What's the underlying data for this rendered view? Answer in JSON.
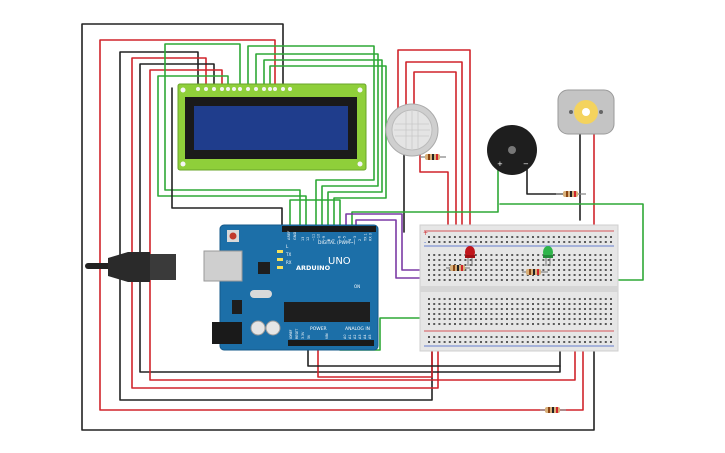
{
  "board": {
    "brand": "ARDUINO",
    "model": "UNO",
    "digital_label": "DIGITAL (PWM~)",
    "power_label": "POWER",
    "analog_label": "ANALOG IN",
    "tx_label": "TX",
    "rx_label": "RX",
    "l_label": "L",
    "on_label": "ON",
    "aref_label": "AREF",
    "gnd_label": "GND",
    "ioref_label": "IOREF",
    "reset_label": "RESET",
    "v33_label": "3.3V",
    "v5_label": "5V",
    "vin_label": "VIN",
    "digital_pins": [
      "13",
      "12",
      "~11",
      "~10",
      "~9",
      "8",
      "7",
      "~6",
      "~5",
      "4",
      "~3",
      "2",
      "TX 1",
      "RX 0"
    ],
    "analog_pins": [
      "A0",
      "A1",
      "A2",
      "A3",
      "A4",
      "A5"
    ]
  },
  "breadboard": {
    "plus_sign": "+",
    "minus_sign": "-"
  },
  "buzzer": {
    "plus_sign": "+",
    "minus_sign": "−"
  },
  "colors": {
    "wire_red": "#d0242b",
    "wire_black": "#222222",
    "wire_green": "#2ea836",
    "wire_purple": "#7b3aa5",
    "board_blue": "#1c6fa8",
    "lcd_green": "#8fcf3a",
    "lcd_screen": "#1f3d8c",
    "led_red": "#c0161c",
    "led_green": "#2fb54a"
  }
}
